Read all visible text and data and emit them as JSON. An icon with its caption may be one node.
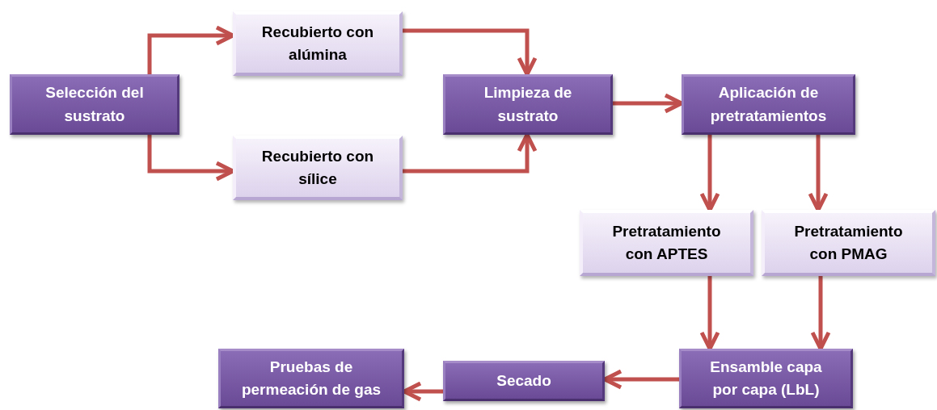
{
  "diagram": {
    "nodes": [
      {
        "text": [
          "Selección del sustrato"
        ]
      },
      {
        "text": [
          "Recubierto con alúmina"
        ]
      },
      {
        "text": [
          "Recubierto con sílice"
        ]
      },
      {
        "text": [
          "Limpieza de sustrato"
        ]
      },
      {
        "text": [
          "Aplicación de pretratamientos"
        ]
      },
      {
        "text": [
          "Pretratamiento con APTES"
        ]
      },
      {
        "text": [
          "Pretratamiento con PMAG"
        ]
      },
      {
        "text": [
          "Ensamble capa por capa (LbL)"
        ]
      },
      {
        "text": [
          "Secado"
        ]
      },
      {
        "text": [
          "Pruebas de permeación de gas"
        ]
      }
    ],
    "edges": [
      {
        "from": 0,
        "to": 1,
        "arrow": "to"
      },
      {
        "from": 0,
        "to": 2,
        "arrow": "to"
      },
      {
        "from": 1,
        "to": 3,
        "arrow": "to"
      },
      {
        "from": 2,
        "to": 3,
        "arrow": "to"
      },
      {
        "from": 3,
        "to": 4,
        "arrow": "to"
      },
      {
        "from": 4,
        "to": 5,
        "arrow": "to"
      },
      {
        "from": 4,
        "to": 6,
        "arrow": "to"
      },
      {
        "from": 5,
        "to": 7,
        "arrow": "to"
      },
      {
        "from": 6,
        "to": 7,
        "arrow": "to"
      },
      {
        "from": 7,
        "to": 8,
        "arrow": "to"
      },
      {
        "from": 8,
        "to": 9,
        "arrow": "to"
      }
    ]
  }
}
